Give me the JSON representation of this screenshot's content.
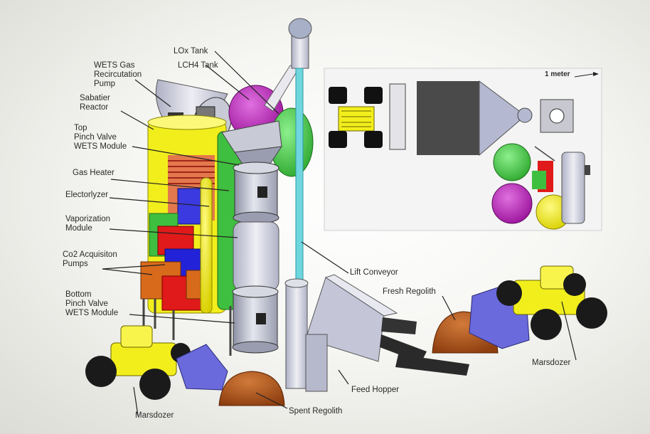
{
  "labels": {
    "wets_pump": "WETS Gas\nRecircutation\nPump",
    "lox_tank": "LOx Tank",
    "lch4_tank": "LCH4 Tank",
    "sabatier": "Sabatier\nReactor",
    "top_valve": "Top\nPinch Valve\nWETS Module",
    "gas_heater": "Gas Heater",
    "electrolyzer": "Electorlyzer",
    "vaporization": "Vaporization\nModule",
    "co2_pumps": "Co2 Acquisiton\nPumps",
    "bottom_valve": "Bottom\nPinch Valve\nWETS Module",
    "lift_conveyor": "Lift Conveyor",
    "fresh_regolith": "Fresh Regolith",
    "marsdozer_right": "Marsdozer",
    "feed_hopper": "Feed Hopper",
    "spent_regolith": "Spent Regolith",
    "marsdozer_left": "Marsdozer",
    "scale": "1 meter"
  },
  "colors": {
    "yellow": "#f2ee1c",
    "green": "#3fbf3f",
    "magenta": "#b81cb8",
    "red": "#e01a1a",
    "blue": "#2222d8",
    "orange": "#d86a1c",
    "steel": "#b8bccc",
    "regolith": "#b8561c",
    "conveyor": "#6fd6de",
    "dark": "#3a3a3a"
  }
}
